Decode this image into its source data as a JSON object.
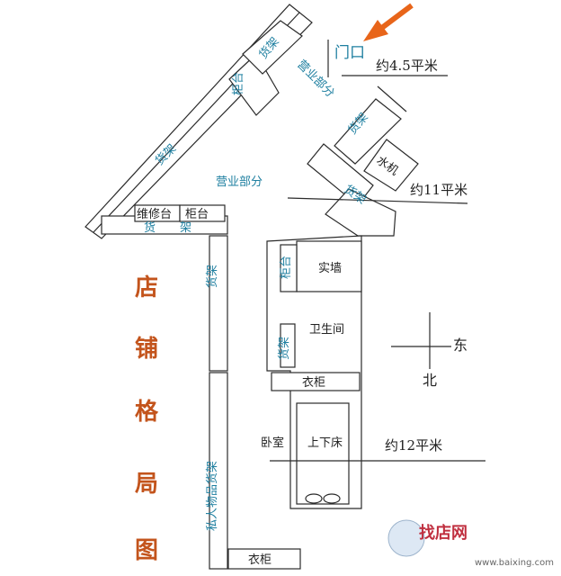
{
  "labels": {
    "door": "门口",
    "area_entrance": "约4.5平米",
    "area_middle": "约11平米",
    "area_bedroom": "约12平米",
    "sales_area_top": "营业部分",
    "sales_area_main": "营业部分",
    "shelf": "货架",
    "counter": "柜台",
    "repair_counter": "维修台",
    "water_machine": "水机",
    "dead_corner": "货架",
    "solid_wall": "实墙",
    "bathroom": "卫生间",
    "wardrobe": "衣柜",
    "bedroom": "卧室",
    "bunk_bed": "上下床",
    "private_shelf": "私人物品货架",
    "compass_east": "东",
    "compass_north": "北"
  },
  "title_chars": [
    "店",
    "铺",
    "格",
    "局",
    "图"
  ],
  "watermark": {
    "logo_text": "找店网",
    "url": "www.baixing.com"
  },
  "colors": {
    "label": "#1e7fa0",
    "title": "#c3541c",
    "arrow": "#e8651a",
    "watermark": "#c03040"
  }
}
